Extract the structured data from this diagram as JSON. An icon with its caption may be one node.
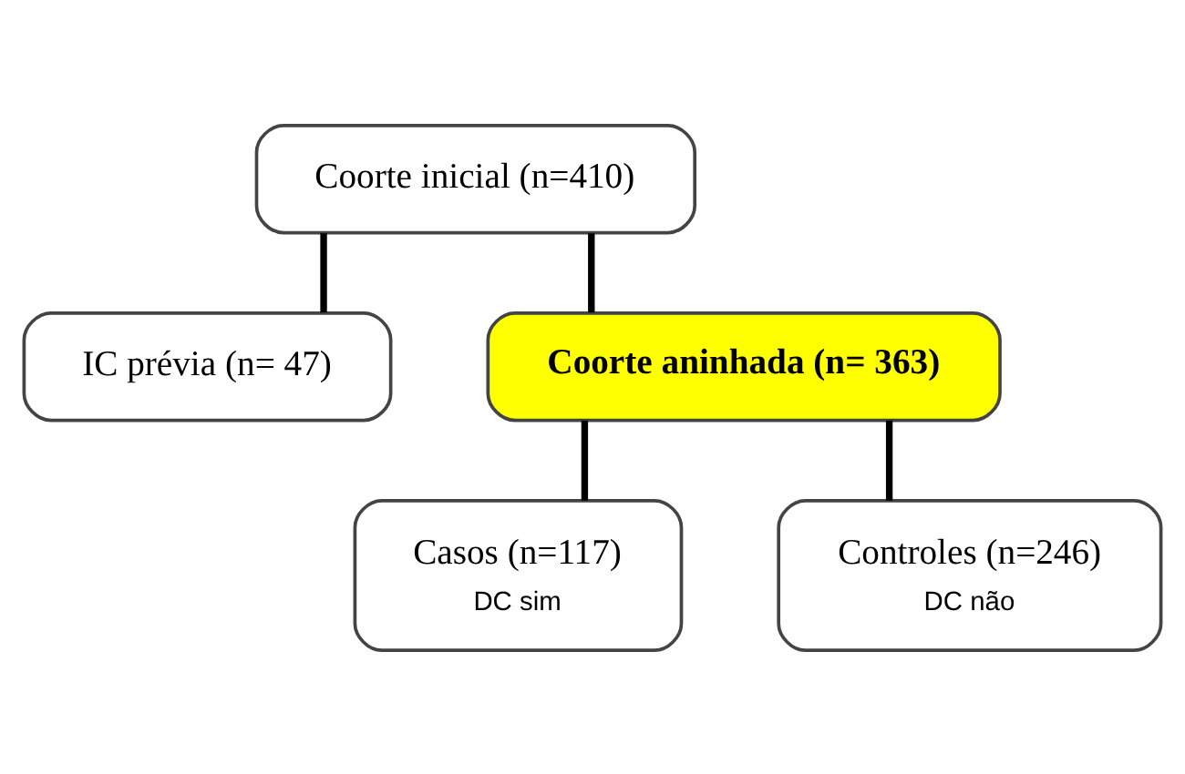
{
  "diagram": {
    "nodes": [
      {
        "text": [
          "Coorte inicial (n=410)"
        ]
      },
      {
        "text": [
          "IC prévia (n= 47)"
        ]
      },
      {
        "text": [
          "Coorte aninhada (n= 363)"
        ]
      },
      {
        "text": [
          "Casos (n=117)",
          "DC sim"
        ]
      },
      {
        "text": [
          "Controles (n=246)",
          "DC não"
        ]
      }
    ],
    "edges": [
      {
        "from": 0,
        "to": 1,
        "arrow": "none"
      },
      {
        "from": 0,
        "to": 2,
        "arrow": "none"
      },
      {
        "from": 2,
        "to": 3,
        "arrow": "none"
      },
      {
        "from": 2,
        "to": 4,
        "arrow": "none"
      }
    ]
  }
}
